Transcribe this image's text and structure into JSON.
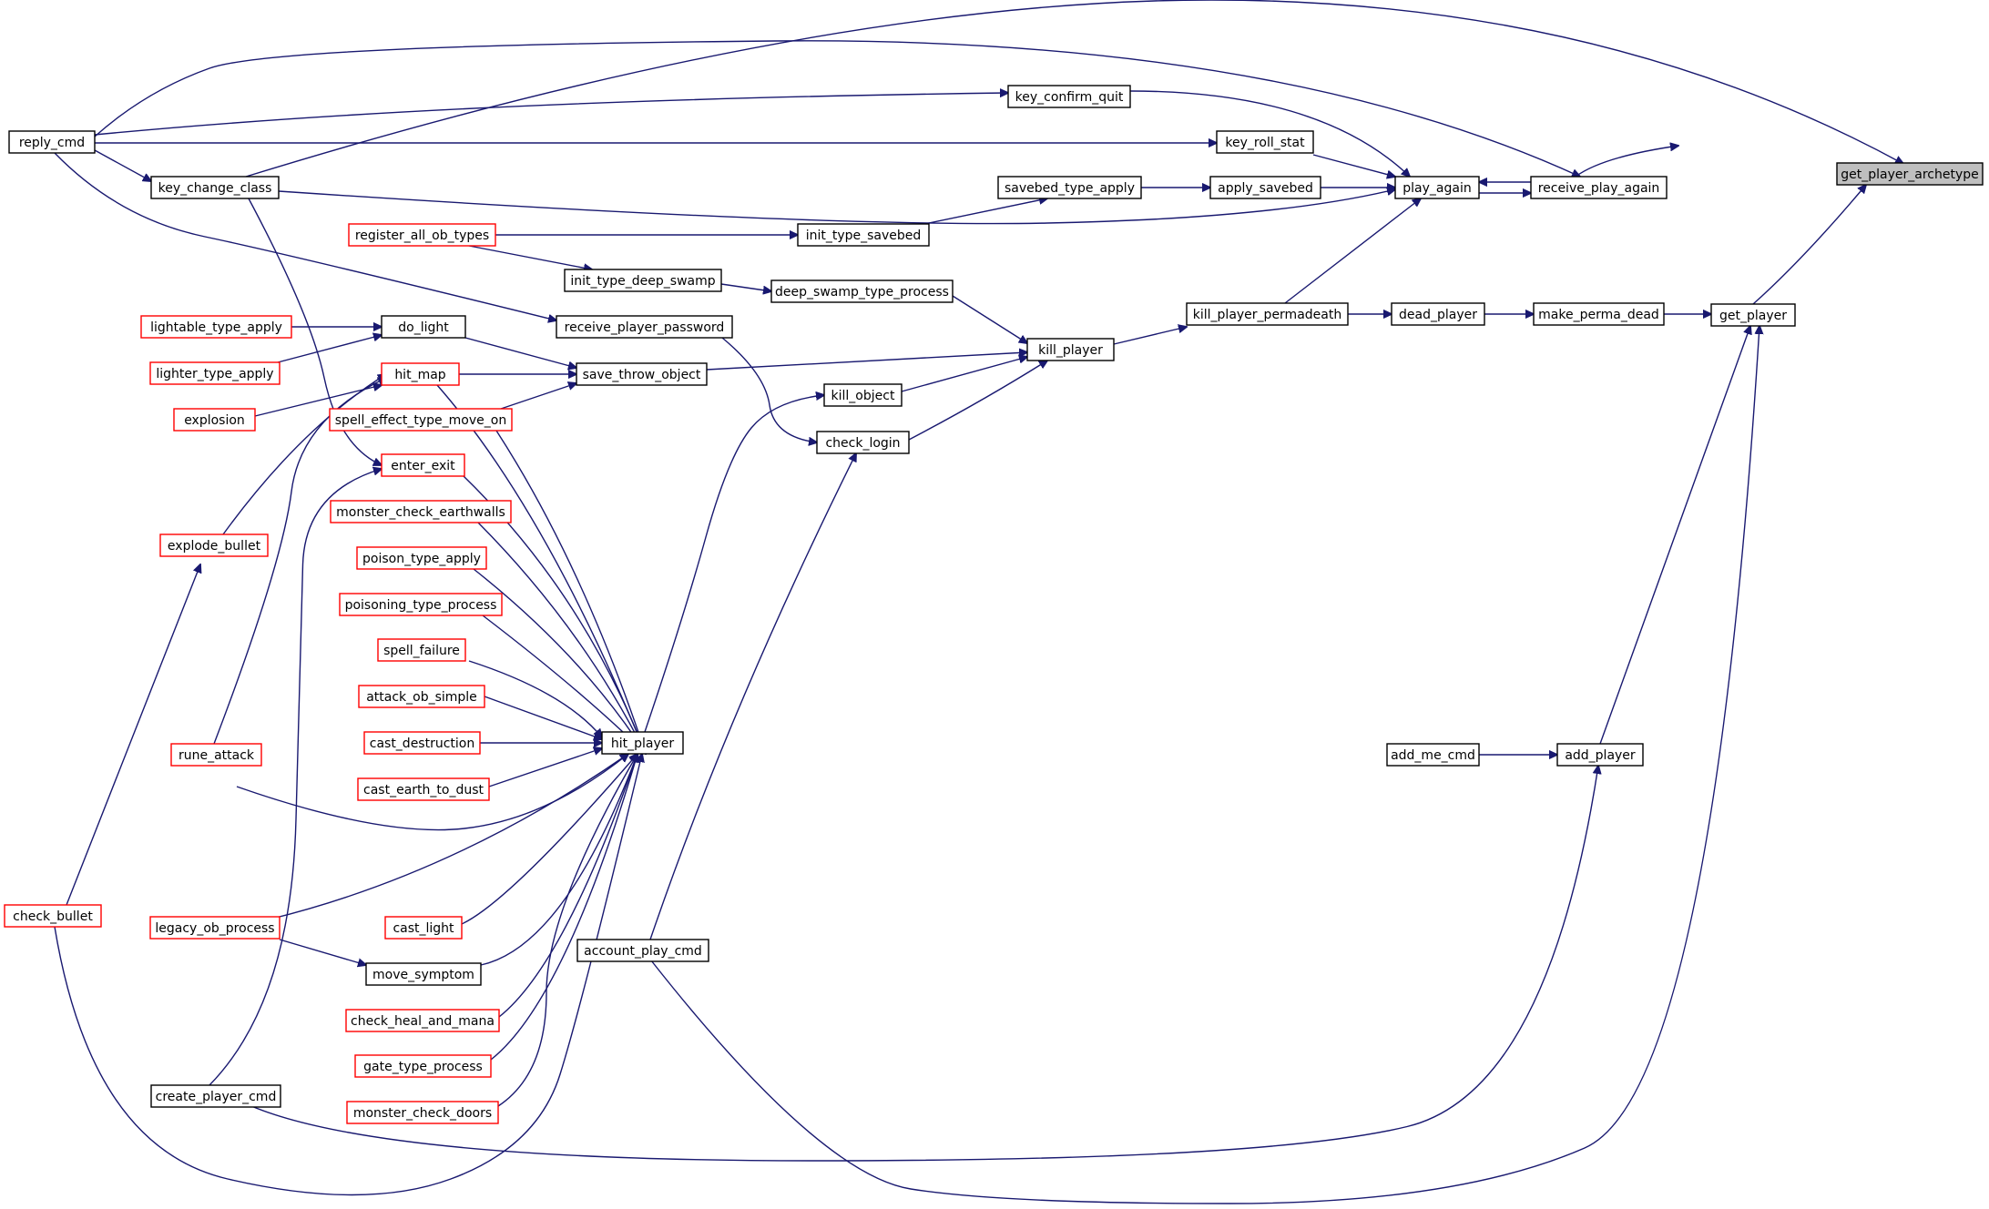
{
  "colors": {
    "edge": "#191970",
    "node_border_documented": "#000000",
    "node_border_truncated": "#ff0000",
    "root_fill": "#bfbfbf"
  },
  "nodes": [
    {
      "id": "get_player_archetype",
      "label": "get_player_archetype",
      "style": "root"
    },
    {
      "id": "receive_play_again",
      "label": "receive_play_again",
      "style": "black"
    },
    {
      "id": "get_player",
      "label": "get_player",
      "style": "black"
    },
    {
      "id": "play_again",
      "label": "play_again",
      "style": "black"
    },
    {
      "id": "make_perma_dead",
      "label": "make_perma_dead",
      "style": "black"
    },
    {
      "id": "dead_player",
      "label": "dead_player",
      "style": "black"
    },
    {
      "id": "kill_player_permadeath",
      "label": "kill_player_permadeath",
      "style": "black"
    },
    {
      "id": "kill_player",
      "label": "kill_player",
      "style": "black"
    },
    {
      "id": "key_confirm_quit",
      "label": "key_confirm_quit",
      "style": "black"
    },
    {
      "id": "key_roll_stat",
      "label": "key_roll_stat",
      "style": "black"
    },
    {
      "id": "apply_savebed",
      "label": "apply_savebed",
      "style": "black"
    },
    {
      "id": "savebed_type_apply",
      "label": "savebed_type_apply",
      "style": "black"
    },
    {
      "id": "init_type_savebed",
      "label": "init_type_savebed",
      "style": "black"
    },
    {
      "id": "register_all_ob_types",
      "label": "register_all_ob_types",
      "style": "red"
    },
    {
      "id": "init_type_deep_swamp",
      "label": "init_type_deep_swamp",
      "style": "black"
    },
    {
      "id": "deep_swamp_type_process",
      "label": "deep_swamp_type_process",
      "style": "black"
    },
    {
      "id": "reply_cmd",
      "label": "reply_cmd",
      "style": "black"
    },
    {
      "id": "key_change_class",
      "label": "key_change_class",
      "style": "black"
    },
    {
      "id": "receive_player_password",
      "label": "receive_player_password",
      "style": "black"
    },
    {
      "id": "save_throw_object",
      "label": "save_throw_object",
      "style": "black"
    },
    {
      "id": "kill_object",
      "label": "kill_object",
      "style": "black"
    },
    {
      "id": "check_login",
      "label": "check_login",
      "style": "black"
    },
    {
      "id": "do_light",
      "label": "do_light",
      "style": "black"
    },
    {
      "id": "lightable_type_apply",
      "label": "lightable_type_apply",
      "style": "red"
    },
    {
      "id": "lighter_type_apply",
      "label": "lighter_type_apply",
      "style": "red"
    },
    {
      "id": "hit_map",
      "label": "hit_map",
      "style": "red"
    },
    {
      "id": "explosion",
      "label": "explosion",
      "style": "red"
    },
    {
      "id": "spell_effect_type_move_on",
      "label": "spell_effect_type_move_on",
      "style": "red"
    },
    {
      "id": "enter_exit",
      "label": "enter_exit",
      "style": "red"
    },
    {
      "id": "monster_check_earthwalls",
      "label": "monster_check_earthwalls",
      "style": "red"
    },
    {
      "id": "explode_bullet",
      "label": "explode_bullet",
      "style": "red"
    },
    {
      "id": "poison_type_apply",
      "label": "poison_type_apply",
      "style": "red"
    },
    {
      "id": "poisoning_type_process",
      "label": "poisoning_type_process",
      "style": "red"
    },
    {
      "id": "spell_failure",
      "label": "spell_failure",
      "style": "red"
    },
    {
      "id": "attack_ob_simple",
      "label": "attack_ob_simple",
      "style": "red"
    },
    {
      "id": "cast_destruction",
      "label": "cast_destruction",
      "style": "red"
    },
    {
      "id": "hit_player",
      "label": "hit_player",
      "style": "black"
    },
    {
      "id": "rune_attack",
      "label": "rune_attack",
      "style": "red"
    },
    {
      "id": "cast_earth_to_dust",
      "label": "cast_earth_to_dust",
      "style": "red"
    },
    {
      "id": "add_me_cmd",
      "label": "add_me_cmd",
      "style": "black"
    },
    {
      "id": "add_player",
      "label": "add_player",
      "style": "black"
    },
    {
      "id": "check_bullet",
      "label": "check_bullet",
      "style": "red"
    },
    {
      "id": "legacy_ob_process",
      "label": "legacy_ob_process",
      "style": "red"
    },
    {
      "id": "cast_light",
      "label": "cast_light",
      "style": "red"
    },
    {
      "id": "account_play_cmd",
      "label": "account_play_cmd",
      "style": "black"
    },
    {
      "id": "move_symptom",
      "label": "move_symptom",
      "style": "black"
    },
    {
      "id": "check_heal_and_mana",
      "label": "check_heal_and_mana",
      "style": "red"
    },
    {
      "id": "gate_type_process",
      "label": "gate_type_process",
      "style": "red"
    },
    {
      "id": "create_player_cmd",
      "label": "create_player_cmd",
      "style": "black"
    },
    {
      "id": "monster_check_doors",
      "label": "monster_check_doors",
      "style": "red"
    }
  ],
  "edges": [
    {
      "from": "receive_play_again",
      "to": "get_player_archetype"
    },
    {
      "from": "get_player",
      "to": "get_player_archetype"
    },
    {
      "from": "key_change_class",
      "to": "get_player_archetype"
    },
    {
      "from": "play_again",
      "to": "receive_play_again"
    },
    {
      "from": "reply_cmd",
      "to": "receive_play_again"
    },
    {
      "from": "receive_play_again",
      "to": "play_again"
    },
    {
      "from": "key_confirm_quit",
      "to": "play_again"
    },
    {
      "from": "key_roll_stat",
      "to": "play_again"
    },
    {
      "from": "apply_savebed",
      "to": "play_again"
    },
    {
      "from": "key_change_class",
      "to": "play_again"
    },
    {
      "from": "kill_player_permadeath",
      "to": "play_again"
    },
    {
      "from": "savebed_type_apply",
      "to": "apply_savebed"
    },
    {
      "from": "init_type_savebed",
      "to": "savebed_type_apply"
    },
    {
      "from": "register_all_ob_types",
      "to": "init_type_savebed"
    },
    {
      "from": "register_all_ob_types",
      "to": "init_type_deep_swamp"
    },
    {
      "from": "init_type_deep_swamp",
      "to": "deep_swamp_type_process"
    },
    {
      "from": "reply_cmd",
      "to": "key_confirm_quit"
    },
    {
      "from": "reply_cmd",
      "to": "key_roll_stat"
    },
    {
      "from": "reply_cmd",
      "to": "key_change_class"
    },
    {
      "from": "reply_cmd",
      "to": "receive_player_password"
    },
    {
      "from": "make_perma_dead",
      "to": "get_player"
    },
    {
      "from": "add_player",
      "to": "get_player"
    },
    {
      "from": "account_play_cmd",
      "to": "get_player"
    },
    {
      "from": "dead_player",
      "to": "make_perma_dead"
    },
    {
      "from": "kill_player_permadeath",
      "to": "dead_player"
    },
    {
      "from": "kill_player",
      "to": "kill_player_permadeath"
    },
    {
      "from": "deep_swamp_type_process",
      "to": "kill_player"
    },
    {
      "from": "save_throw_object",
      "to": "kill_player"
    },
    {
      "from": "kill_object",
      "to": "kill_player"
    },
    {
      "from": "check_login",
      "to": "kill_player"
    },
    {
      "from": "do_light",
      "to": "save_throw_object"
    },
    {
      "from": "hit_map",
      "to": "save_throw_object"
    },
    {
      "from": "spell_effect_type_move_on",
      "to": "save_throw_object"
    },
    {
      "from": "lightable_type_apply",
      "to": "do_light"
    },
    {
      "from": "lighter_type_apply",
      "to": "do_light"
    },
    {
      "from": "explosion",
      "to": "hit_map"
    },
    {
      "from": "explode_bullet",
      "to": "hit_map"
    },
    {
      "from": "rune_attack",
      "to": "hit_map"
    },
    {
      "from": "check_bullet",
      "to": "explode_bullet"
    },
    {
      "from": "key_change_class",
      "to": "enter_exit"
    },
    {
      "from": "create_player_cmd",
      "to": "enter_exit"
    },
    {
      "from": "receive_player_password",
      "to": "check_login"
    },
    {
      "from": "account_play_cmd",
      "to": "check_login"
    },
    {
      "from": "hit_player",
      "to": "kill_object"
    },
    {
      "from": "hit_map",
      "to": "hit_player"
    },
    {
      "from": "spell_effect_type_move_on",
      "to": "hit_player"
    },
    {
      "from": "enter_exit",
      "to": "hit_player"
    },
    {
      "from": "monster_check_earthwalls",
      "to": "hit_player"
    },
    {
      "from": "poison_type_apply",
      "to": "hit_player"
    },
    {
      "from": "poisoning_type_process",
      "to": "hit_player"
    },
    {
      "from": "spell_failure",
      "to": "hit_player"
    },
    {
      "from": "attack_ob_simple",
      "to": "hit_player"
    },
    {
      "from": "cast_destruction",
      "to": "hit_player"
    },
    {
      "from": "cast_earth_to_dust",
      "to": "hit_player"
    },
    {
      "from": "rune_attack",
      "to": "hit_player"
    },
    {
      "from": "legacy_ob_process",
      "to": "hit_player"
    },
    {
      "from": "cast_light",
      "to": "hit_player"
    },
    {
      "from": "move_symptom",
      "to": "hit_player"
    },
    {
      "from": "check_heal_and_mana",
      "to": "hit_player"
    },
    {
      "from": "gate_type_process",
      "to": "hit_player"
    },
    {
      "from": "monster_check_doors",
      "to": "hit_player"
    },
    {
      "from": "check_bullet",
      "to": "hit_player"
    },
    {
      "from": "legacy_ob_process",
      "to": "move_symptom"
    },
    {
      "from": "add_me_cmd",
      "to": "add_player"
    },
    {
      "from": "create_player_cmd",
      "to": "add_player"
    }
  ]
}
